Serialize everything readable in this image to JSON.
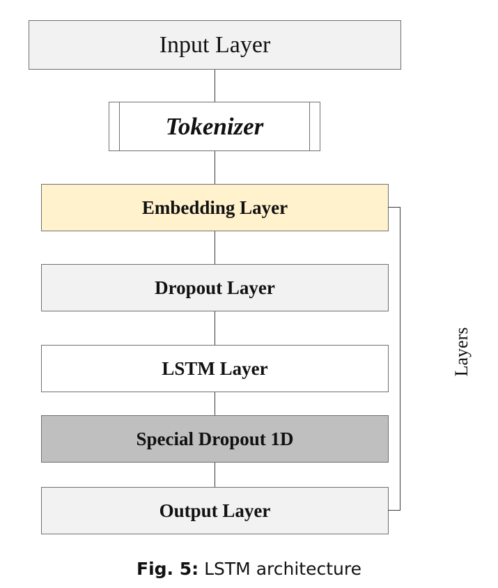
{
  "diagram": {
    "input_layer": "Input Layer",
    "tokenizer": "Tokenizer",
    "layers": [
      "Embedding Layer",
      "Dropout Layer",
      "LSTM Layer",
      "Special Dropout 1D",
      "Output Layer"
    ],
    "group_label": "Layers",
    "colors": {
      "embedding_fill": "#fff2cc",
      "light_gray_fill": "#f2f2f2",
      "dark_gray_fill": "#bfbfbf",
      "white_fill": "#ffffff",
      "border": "#6f6f6f"
    }
  },
  "caption": {
    "label": "Fig. 5:",
    "text": "LSTM architecture"
  }
}
